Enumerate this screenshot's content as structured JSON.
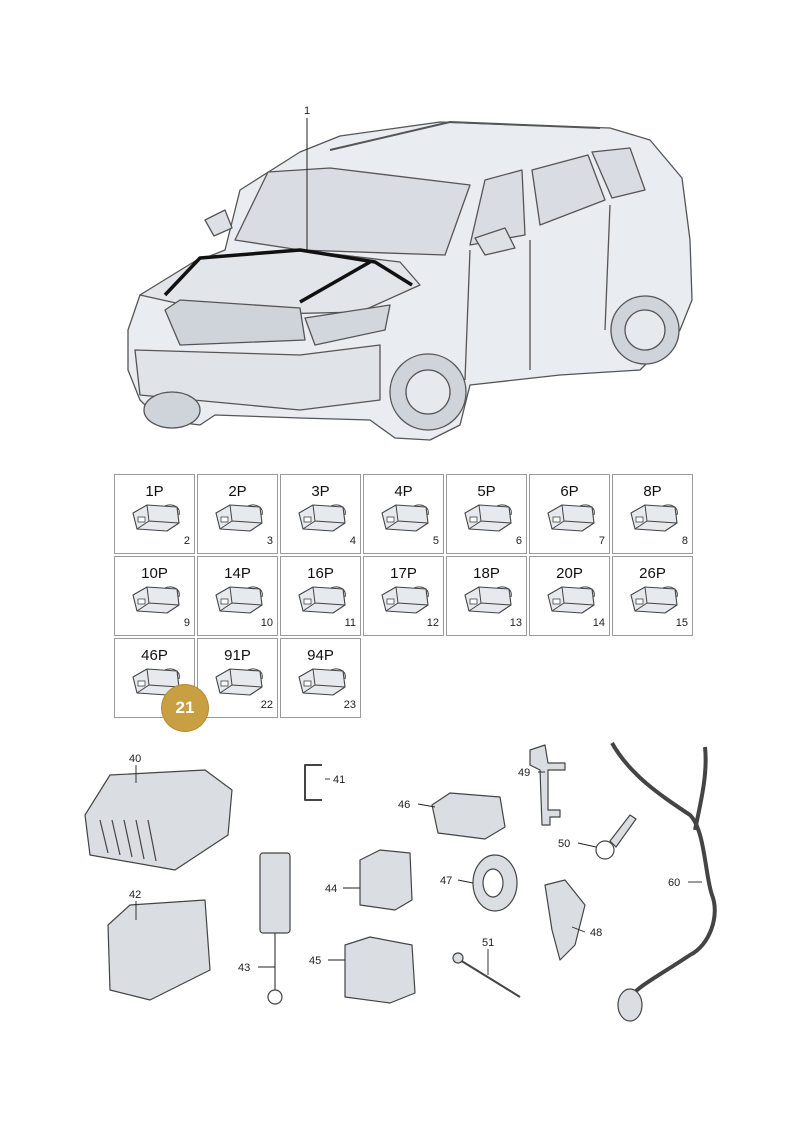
{
  "car": {
    "callout_number": "1"
  },
  "connectors": [
    {
      "label": "1P",
      "number": "2"
    },
    {
      "label": "2P",
      "number": "3"
    },
    {
      "label": "3P",
      "number": "4"
    },
    {
      "label": "4P",
      "number": "5"
    },
    {
      "label": "5P",
      "number": "6"
    },
    {
      "label": "6P",
      "number": "7"
    },
    {
      "label": "8P",
      "number": "8"
    },
    {
      "label": "10P",
      "number": "9"
    },
    {
      "label": "14P",
      "number": "10"
    },
    {
      "label": "16P",
      "number": "11"
    },
    {
      "label": "17P",
      "number": "12"
    },
    {
      "label": "18P",
      "number": "13"
    },
    {
      "label": "20P",
      "number": "14"
    },
    {
      "label": "26P",
      "number": "15"
    },
    {
      "label": "46P",
      "number": ""
    },
    {
      "label": "91P",
      "number": "22"
    },
    {
      "label": "94P",
      "number": "23"
    }
  ],
  "badge": {
    "text": "21",
    "color": "#c8a043"
  },
  "parts": {
    "p40": "40",
    "p41": "41",
    "p42": "42",
    "p43": "43",
    "p44": "44",
    "p45": "45",
    "p46": "46",
    "p47": "47",
    "p48": "48",
    "p49": "49",
    "p50": "50",
    "p51": "51",
    "p60": "60"
  }
}
